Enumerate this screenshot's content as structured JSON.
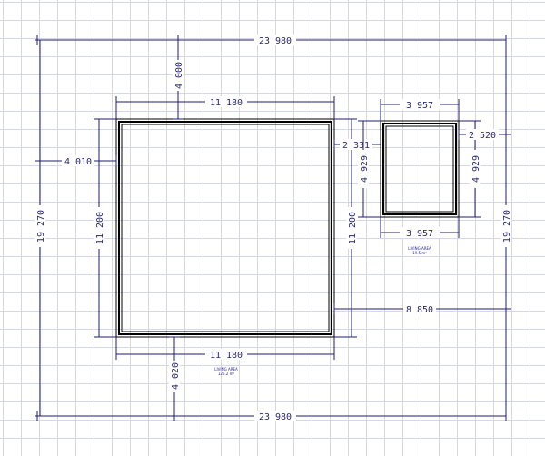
{
  "plan": {
    "overall_width_top": "23 980",
    "overall_width_bottom": "23 980",
    "overall_height_left": "19 270",
    "overall_height_right": "19 270",
    "large_room": {
      "width_top": "11 180",
      "width_bottom": "11 180",
      "height_left": "11 200",
      "height_right": "11 200",
      "offset_top": "4 000",
      "offset_left": "4 010",
      "offset_bottom": "4 020",
      "gap_to_small_room": "2 331",
      "offset_right": "8 850",
      "label": "LIVING AREA",
      "area": "125.2 m²"
    },
    "small_room": {
      "width_top": "3 957",
      "width_bottom": "3 957",
      "height_left": "4 929",
      "height_right": "4 929",
      "offset_right": "2 520",
      "label": "LIVING AREA",
      "area": "19.5 m²"
    }
  }
}
